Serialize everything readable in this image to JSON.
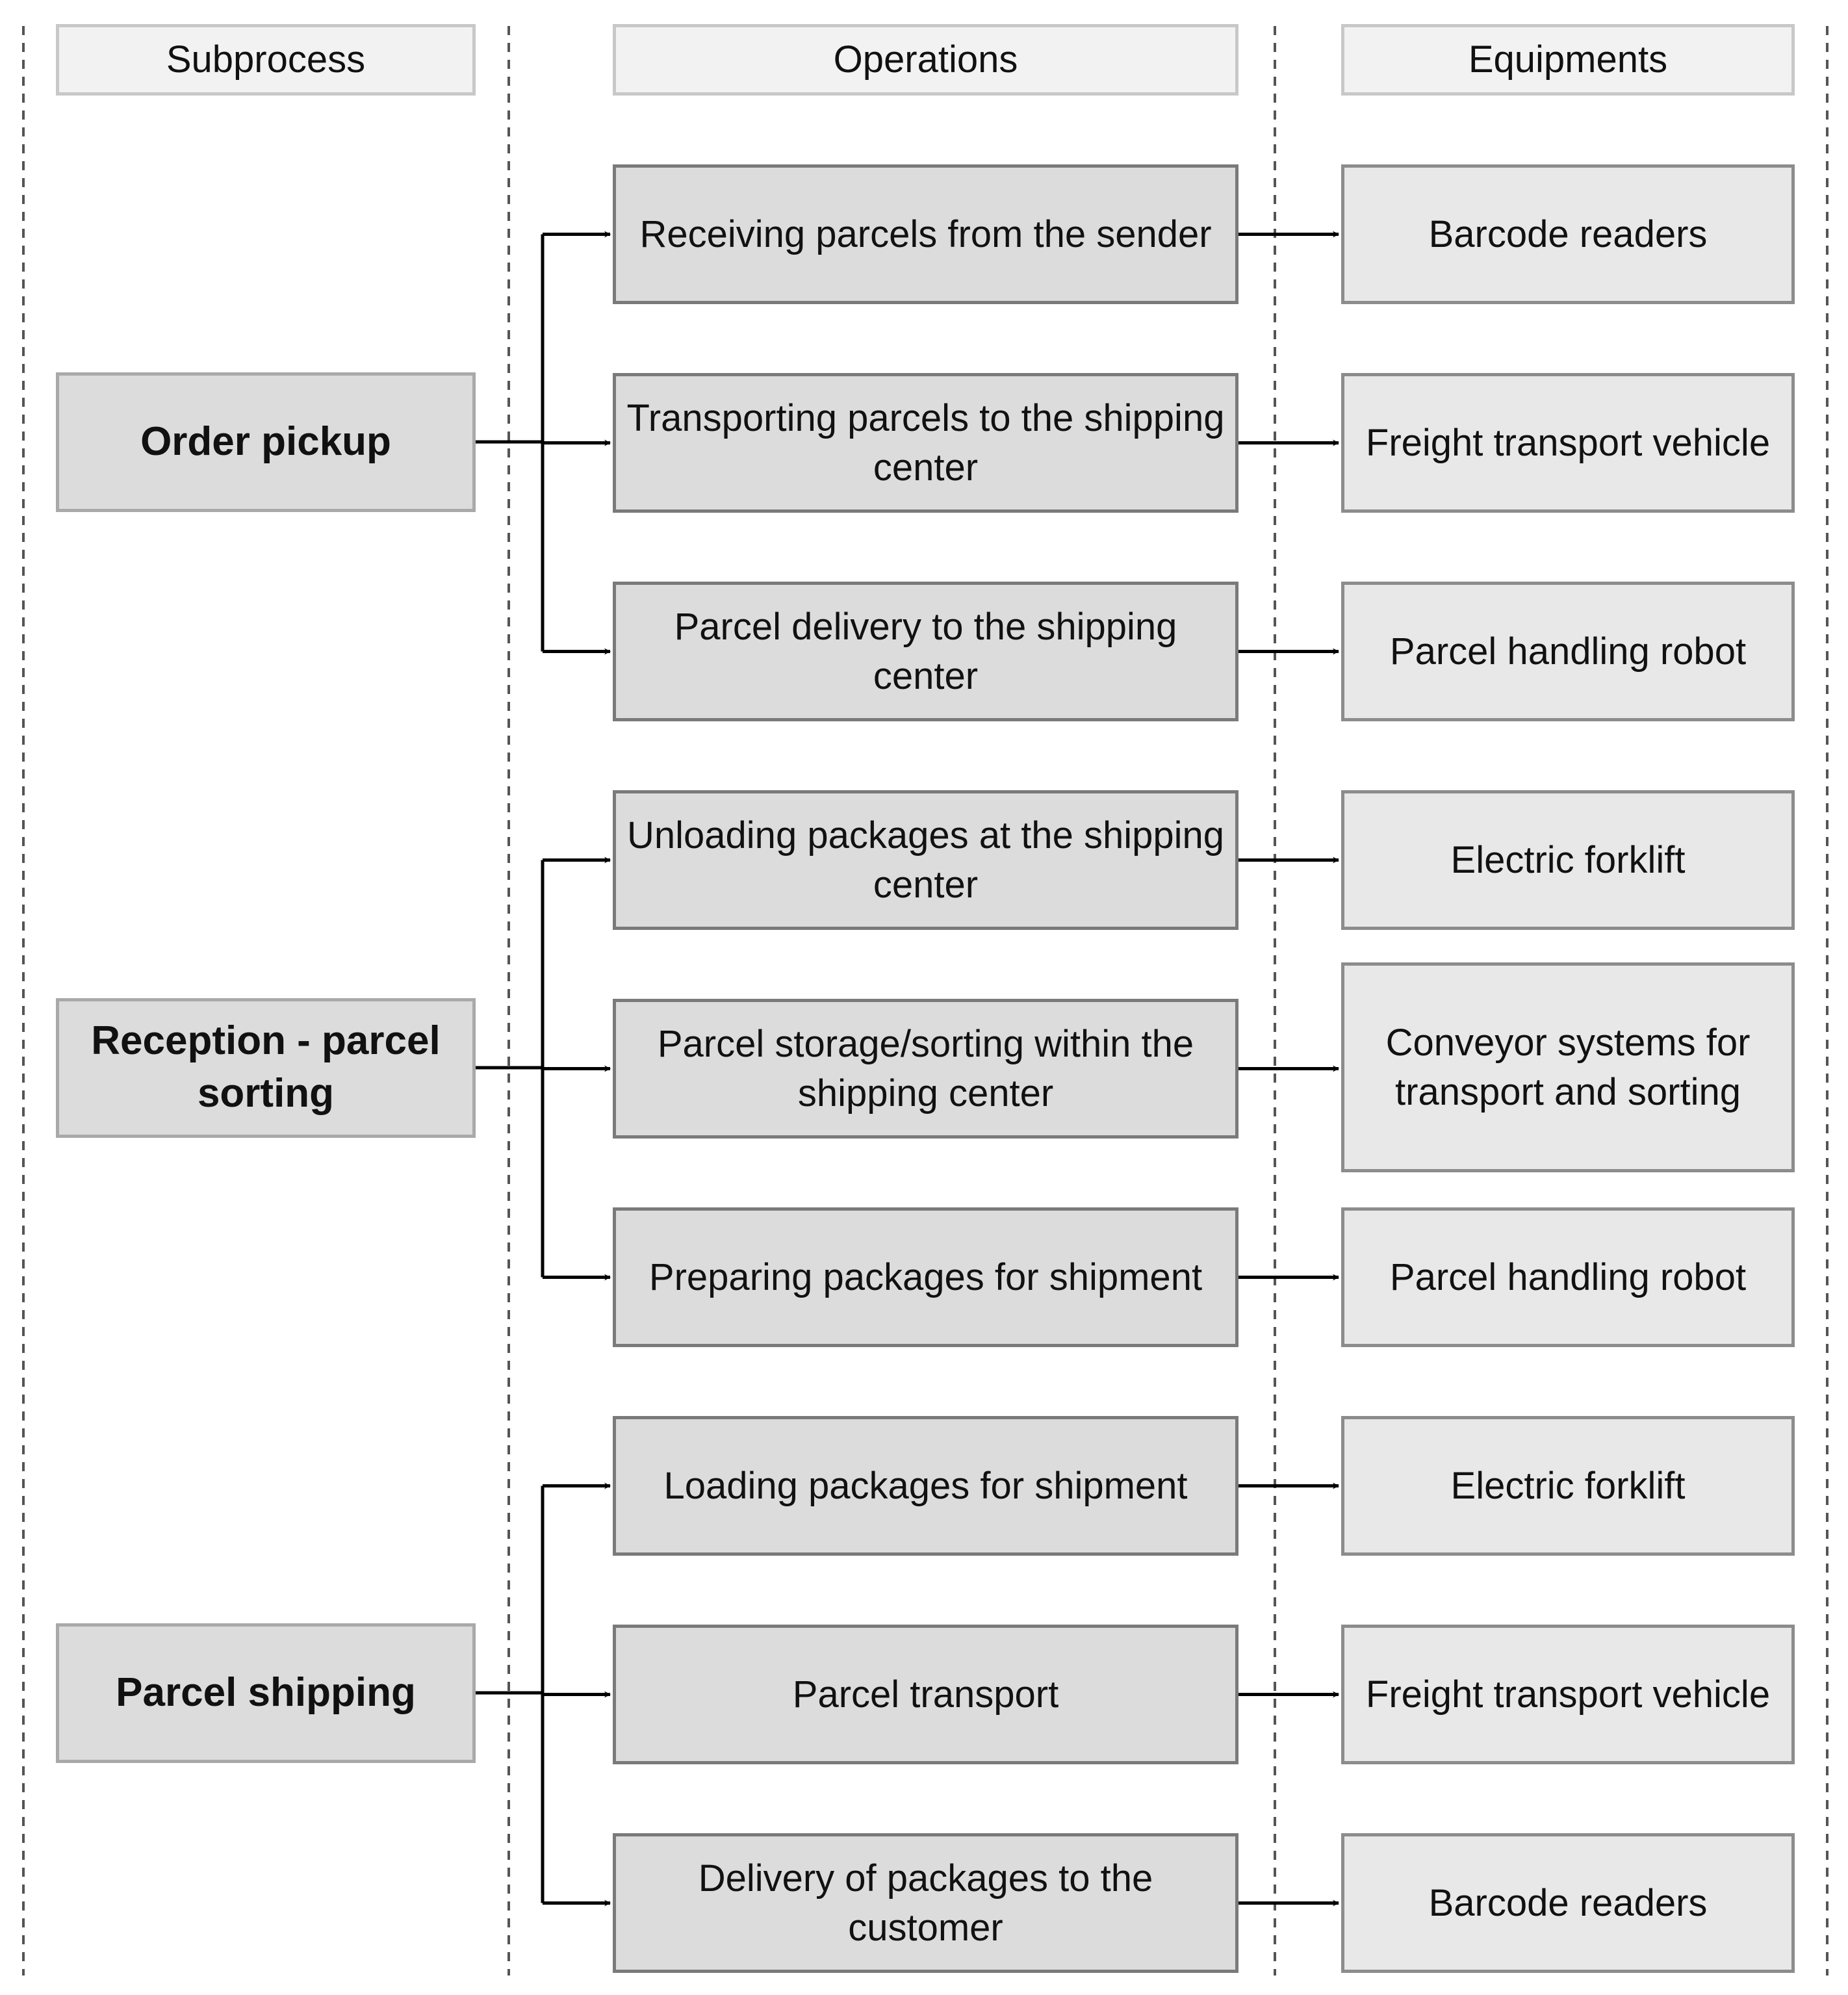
{
  "headers": {
    "subprocess": "Subprocess",
    "operations": "Operations",
    "equipments": "Equipments"
  },
  "subprocesses": [
    {
      "label": "Order pickup",
      "operations": [
        {
          "label": "Receiving parcels from the sender",
          "equipment": "Barcode readers"
        },
        {
          "label": "Transporting parcels to the shipping center",
          "equipment": "Freight transport vehicle"
        },
        {
          "label": "Parcel delivery to the shipping center",
          "equipment": "Parcel handling robot"
        }
      ]
    },
    {
      "label": "Reception - parcel sorting",
      "operations": [
        {
          "label": "Unloading packages at the shipping center",
          "equipment": "Electric forklift"
        },
        {
          "label": "Parcel storage/sorting within the shipping center",
          "equipment": "Conveyor systems for transport and sorting"
        },
        {
          "label": "Preparing packages for shipment",
          "equipment": "Parcel handling robot"
        }
      ]
    },
    {
      "label": "Parcel shipping",
      "operations": [
        {
          "label": "Loading packages for shipment",
          "equipment": "Electric forklift"
        },
        {
          "label": "Parcel transport",
          "equipment": "Freight transport vehicle"
        },
        {
          "label": "Delivery of packages to the customer",
          "equipment": "Barcode readers"
        }
      ]
    }
  ]
}
